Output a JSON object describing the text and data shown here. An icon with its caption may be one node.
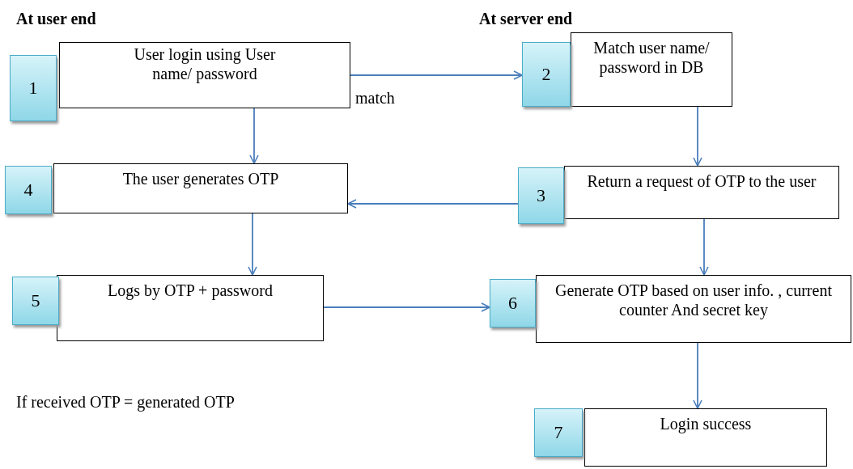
{
  "diagram": {
    "nodes": [
      {
        "text": [
          "1"
        ]
      },
      {
        "text": [
          "User login using User name/ password"
        ]
      },
      {
        "text": [
          "2"
        ]
      },
      {
        "text": [
          "Match user name/ password in DB"
        ]
      },
      {
        "text": [
          "4"
        ]
      },
      {
        "text": [
          "The user generates OTP"
        ]
      },
      {
        "text": [
          "3"
        ]
      },
      {
        "text": [
          "Return a request of OTP to the user"
        ]
      },
      {
        "text": [
          "5"
        ]
      },
      {
        "text": [
          "Logs by OTP + password"
        ]
      },
      {
        "text": [
          "6"
        ]
      },
      {
        "text": [
          "Generate OTP based on user info. , current counter And secret key"
        ]
      },
      {
        "text": [
          "7"
        ]
      },
      {
        "text": [
          "Login success"
        ]
      }
    ],
    "edges": [
      {
        "from": 1,
        "to": 2,
        "arrow": "to",
        "label": "match"
      },
      {
        "from": 1,
        "to": 5,
        "arrow": "to"
      },
      {
        "from": 3,
        "to": 7,
        "arrow": "to"
      },
      {
        "from": 6,
        "to": 5,
        "arrow": "to"
      },
      {
        "from": 5,
        "to": 9,
        "arrow": "to"
      },
      {
        "from": 7,
        "to": 11,
        "arrow": "to"
      },
      {
        "from": 9,
        "to": 10,
        "arrow": "to"
      },
      {
        "from": 11,
        "to": 13,
        "arrow": "to"
      }
    ],
    "labels": [
      "At user end",
      "At server end",
      "If received OTP = generated OTP"
    ]
  }
}
